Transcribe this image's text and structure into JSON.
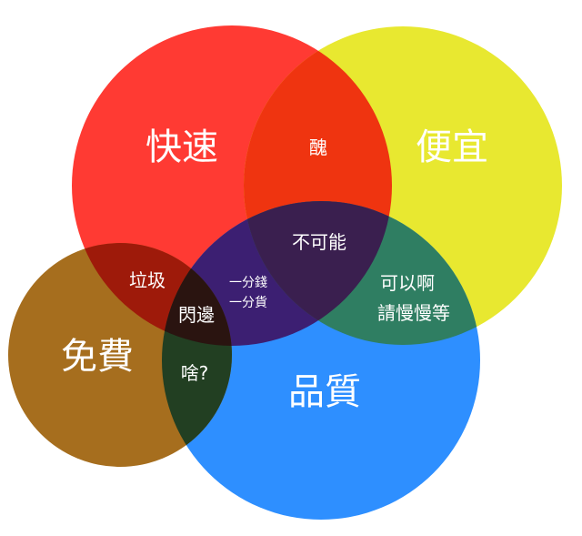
{
  "colors": {
    "red": "#FF3A33",
    "yellow": "#E8E830",
    "blue": "#2E8FFF",
    "brown": "#A66E1E",
    "red_yellow": "#EF3410",
    "yellow_blue": "#2F7E62",
    "red_blue": "#3C1F72",
    "brown_red": "#9E1A0A",
    "brown_blue": "#223F22",
    "center_three": "#3A1F4F",
    "center_four": "#2A1410"
  },
  "circles": {
    "fast": "快速",
    "cheap": "便宜",
    "quality": "品質",
    "free": "免費"
  },
  "overlaps": {
    "ugly": "醜",
    "impossible": "不可能",
    "wait_line1": "可以啊",
    "wait_line2": "請慢慢等",
    "garbage": "垃圾",
    "price_line1": "一分錢",
    "price_line2": "一分貨",
    "flash": "閃邊",
    "what": "啥?"
  }
}
